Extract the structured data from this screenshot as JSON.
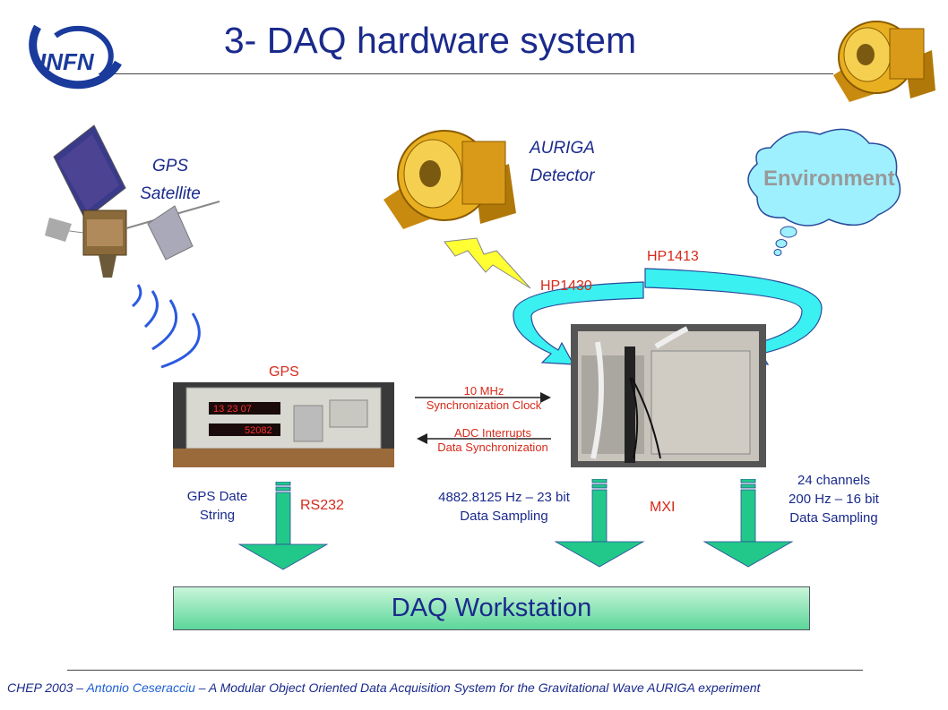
{
  "title": "3- DAQ hardware system",
  "logo_text": "INFN",
  "gps_satellite": {
    "line1": "GPS",
    "line2": "Satellite"
  },
  "auriga": {
    "line1": "AURIGA",
    "line2": "Detector"
  },
  "environment": "Environment",
  "labels": {
    "hp1413": "HP1413",
    "hp1430": "HP1430",
    "gps": "GPS",
    "rs232": "RS232",
    "mxi": "MXI",
    "clock_line1": "10 MHz",
    "clock_line2": "Synchronization Clock",
    "adc_line1": "ADC Interrupts",
    "adc_line2": "Data Synchronization",
    "gps_date_line1": "GPS Date",
    "gps_date_line2": "String",
    "sampling_line1": "4882.8125 Hz – 23 bit",
    "sampling_line2": "Data Sampling",
    "channels_line1": "24 channels",
    "channels_line2": "200 Hz – 16 bit",
    "channels_line3": "Data Sampling"
  },
  "gps_device": {
    "display1": "13 23 07",
    "display2": "52082"
  },
  "daq_workstation": "DAQ Workstation",
  "footer": {
    "part1": "CHEP 2003 – ",
    "author": "Antonio Ceseracciu",
    "part2": " – A Modular Object Oriented Data Acquisition System for the Gravitational Wave AURIGA experiment"
  },
  "colors": {
    "title": "#1a2a8c",
    "red_label": "#d62a1a",
    "arrow_green": "#22c88a",
    "cloud": "#9ff0ff",
    "lightning": "#ffff33"
  }
}
